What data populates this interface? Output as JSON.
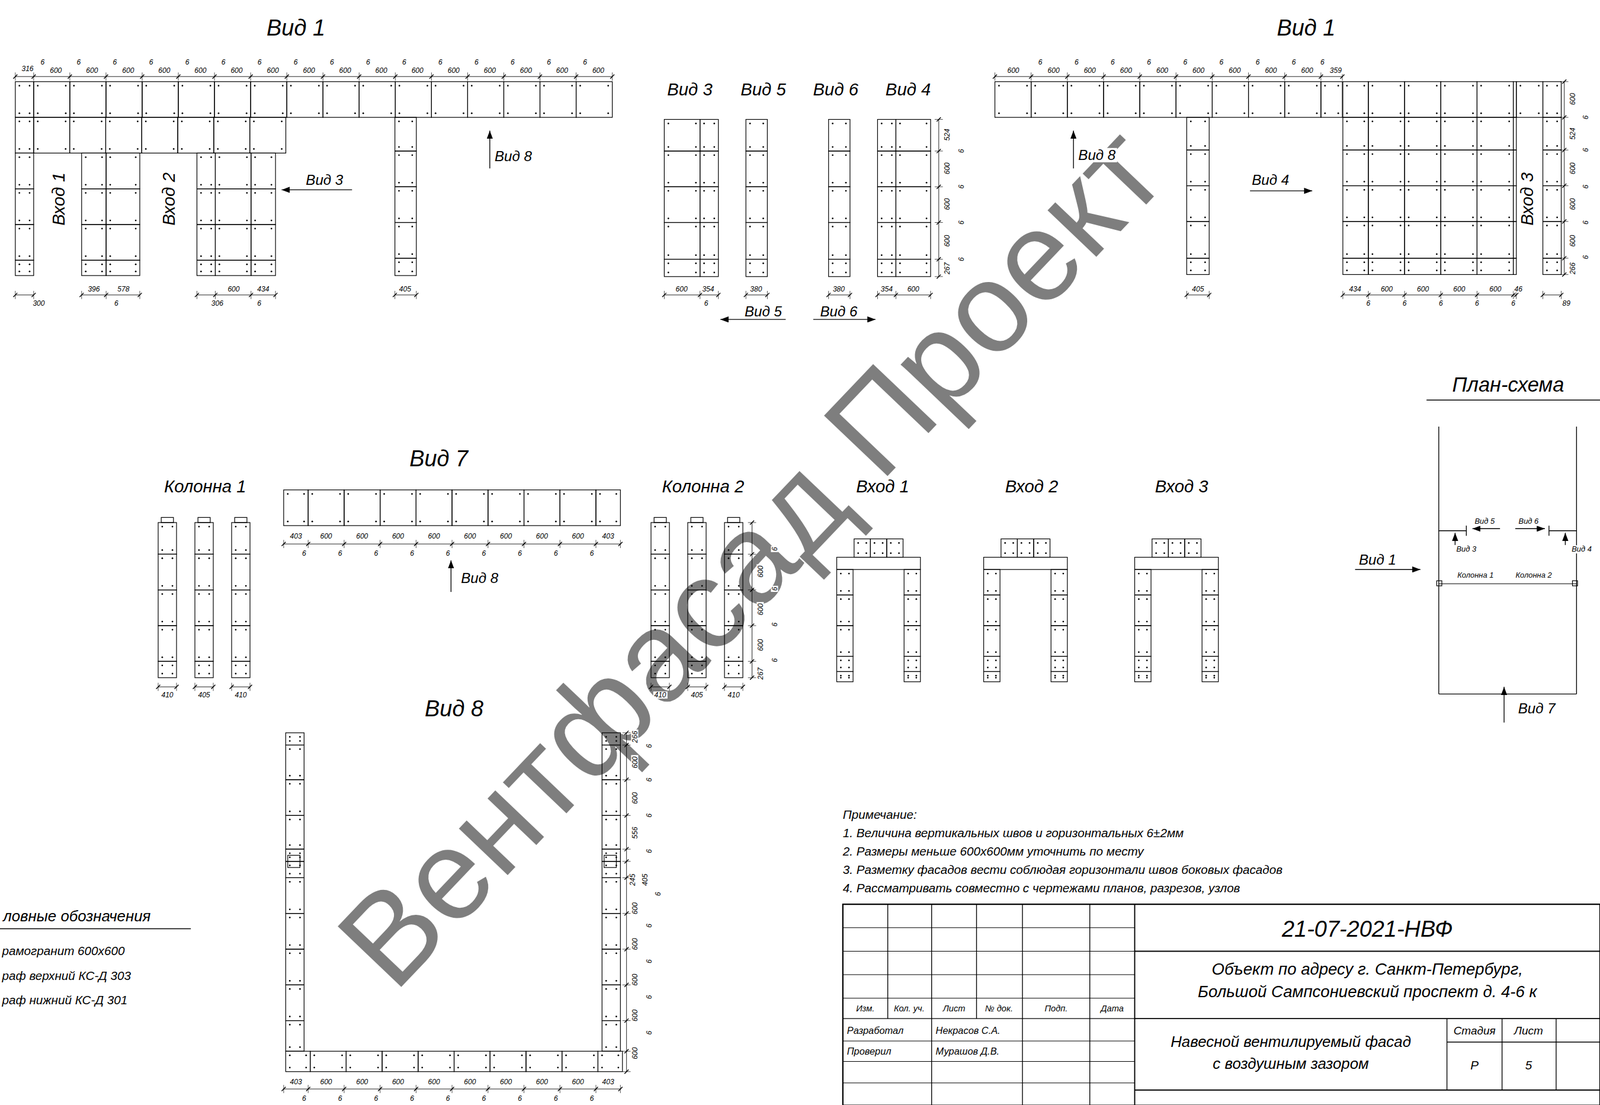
{
  "diagram": {
    "labels": [
      "Вид 1",
      "Вид 1",
      "Вид 3",
      "Вид 5",
      "Вид 6",
      "Вид 4",
      "Вид 7",
      "Колонна 1",
      "Колонна 2",
      "Вход 1",
      "Вход 2",
      "Вход 3",
      "Вид 8",
      "План-схема",
      "316",
      "6",
      "600",
      "6",
      "600",
      "6",
      "600",
      "6",
      "600",
      "6",
      "600",
      "6",
      "600",
      "6",
      "600",
      "6",
      "600",
      "6",
      "600",
      "6",
      "600",
      "6",
      "600",
      "6",
      "600",
      "6",
      "600",
      "6",
      "600",
      "6",
      "600",
      "6",
      "600",
      "Вход 1",
      "Вход 2",
      "Вид 3",
      "Вид 8",
      "300",
      "396",
      "578",
      "6",
      "306",
      "600",
      "434",
      "6",
      "405",
      "600",
      "354",
      "6",
      "380",
      "380",
      "354",
      "600",
      "524",
      "6",
      "600",
      "6",
      "600",
      "6",
      "600",
      "6",
      "267",
      "Вид 5",
      "Вид 6",
      "600",
      "6",
      "600",
      "6",
      "600",
      "6",
      "600",
      "6",
      "600",
      "6",
      "600",
      "6",
      "600",
      "6",
      "600",
      "6",
      "600",
      "6",
      "359",
      "600",
      "6",
      "524",
      "6",
      "600",
      "6",
      "600",
      "6",
      "600",
      "6",
      "266",
      "Вход 3",
      "Вид 4",
      "Вид 8",
      "405",
      "434",
      "600",
      "600",
      "600",
      "600",
      "46",
      "6",
      "6",
      "6",
      "6",
      "6",
      "89",
      "403",
      "600",
      "600",
      "600",
      "600",
      "600",
      "600",
      "600",
      "600",
      "403",
      "6",
      "6",
      "6",
      "6",
      "6",
      "6",
      "6",
      "6",
      "6",
      "Вид 8",
      "410",
      "405",
      "410",
      "410",
      "405",
      "410",
      "6",
      "600",
      "6",
      "600",
      "6",
      "600",
      "6",
      "267",
      "Вид 5",
      "Вид 6",
      "Вид 3",
      "Вид 4",
      "Колонна 1",
      "Колонна 2",
      "Вид 1",
      "Вид 7",
      "266",
      "6",
      "600",
      "6",
      "600",
      "6",
      "556",
      "6",
      "245",
      "405",
      "6",
      "600",
      "6",
      "600",
      "6",
      "600",
      "6",
      "600",
      "6",
      "600",
      "403",
      "600",
      "600",
      "600",
      "600",
      "600",
      "600",
      "600",
      "600",
      "403",
      "6",
      "6",
      "6",
      "6",
      "6",
      "6",
      "6",
      "6",
      "6",
      "Примечание:",
      "1. Величина вертикальных швов и горизонтальных 6±2мм",
      "2. Размеры меньше 600х600мм уточнить по месту",
      "3. Разметку фасадов вести соблюдая горизонтали швов боковых фасадов",
      "4. Рассматривать совместно с чертежами планов, разрезов, узлов",
      "21-07-2021-НВФ",
      "Объект по адресу г. Санкт-Петербург,",
      "Большой Сампсониевский проспект д. 4-6 к",
      "Изм.",
      "Кол. уч.",
      "Лист",
      "№ док.",
      "Подп.",
      "Дата",
      "Разработал",
      "Некрасов С.А.",
      "Проверил",
      "Мурашов Д.В.",
      "Навесной вентилируемый фасад",
      "с воздушным зазором",
      "Стадия",
      "Лист",
      "Р",
      "5",
      "ловные обозначения",
      "Вентфасад Проект"
    ],
    "legend": [
      {
        "text": "рамогранит 600х600"
      },
      {
        "text": "раф верхний КС-Д 303"
      },
      {
        "text": "раф нижний КС-Д 301"
      }
    ]
  }
}
